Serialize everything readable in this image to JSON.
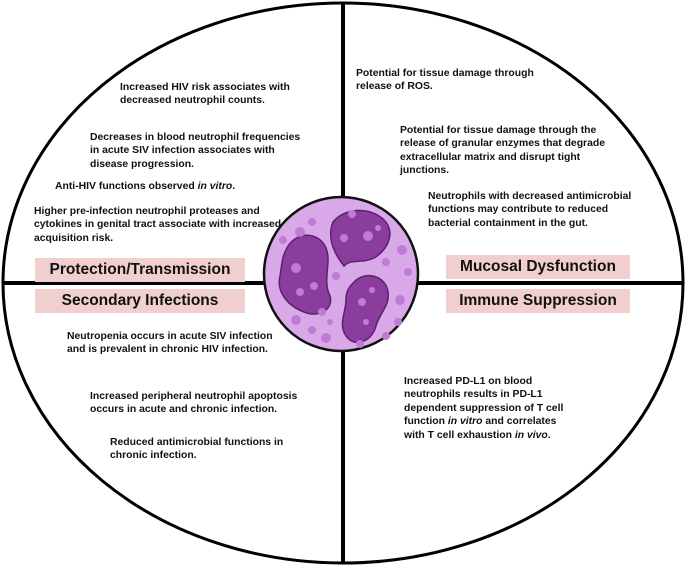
{
  "quadrants": {
    "top_left": {
      "label": "Protection/Transmission",
      "points": [
        {
          "text": "Increased HIV risk associates with decreased neutrophil counts."
        },
        {
          "text": "Decreases in blood neutrophil frequencies in acute SIV infection associates with disease progression."
        },
        {
          "text": "Anti-HIV functions observed ",
          "italic": "in vitro",
          "after": "."
        },
        {
          "text": "Higher pre-infection neutrophil proteases and cytokines in genital tract associate with increased acquisition risk."
        }
      ]
    },
    "top_right": {
      "label": "Mucosal Dysfunction",
      "points": [
        {
          "text": "Potential for tissue damage through release of ROS."
        },
        {
          "text": "Potential for tissue damage through the release of granular enzymes that degrade extracellular matrix and disrupt tight junctions."
        },
        {
          "text": "Neutrophils with decreased antimicrobial functions may contribute to reduced bacterial containment in the gut."
        }
      ]
    },
    "bottom_left": {
      "label": "Secondary Infections",
      "points": [
        {
          "text": "Neutropenia occurs in acute SIV infection and is prevalent in chronic HIV infection."
        },
        {
          "text": "Increased peripheral neutrophil apoptosis occurs in acute and chronic infection."
        },
        {
          "text": "Reduced antimicrobial functions in chronic infection."
        }
      ]
    },
    "bottom_right": {
      "label": "Immune Suppression",
      "points": [
        {
          "text": "Increased PD-L1 on blood neutrophils results in PD-L1 dependent suppression of T cell function ",
          "italic": "in vitro",
          "after": " and correlates with T cell exhaustion ",
          "italic2": "in vivo",
          "after2": "."
        }
      ]
    }
  },
  "colors": {
    "label_bg": "#f2cfcf",
    "cell_fill": "#d9a8e8",
    "nucleus": "#8a3d9c",
    "granule": "#c07ad8",
    "outline": "#000000"
  },
  "icons": {
    "center": "neutrophil-cell-icon"
  }
}
